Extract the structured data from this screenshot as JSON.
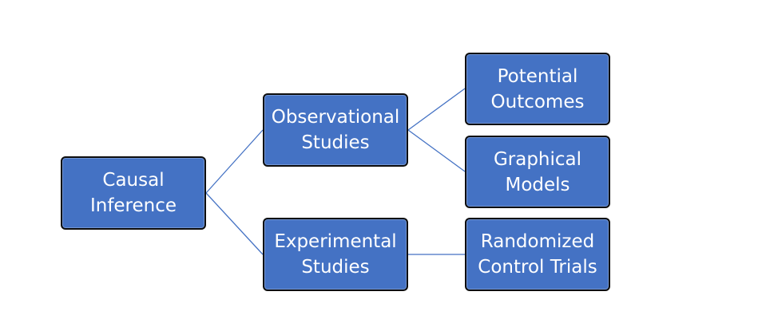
{
  "colors": {
    "box_fill": "#4472c4",
    "box_border": "#0d0d0d",
    "connector": "#4472c4",
    "text": "#ffffff"
  },
  "nodes": {
    "causal_inference": "Causal\nInference",
    "observational_studies": "Observational\nStudies",
    "experimental_studies": "Experimental\nStudies",
    "potential_outcomes": "Potential\nOutcomes",
    "graphical_models": "Graphical\nModels",
    "randomized_control_trials": "Randomized\nControl Trials"
  }
}
